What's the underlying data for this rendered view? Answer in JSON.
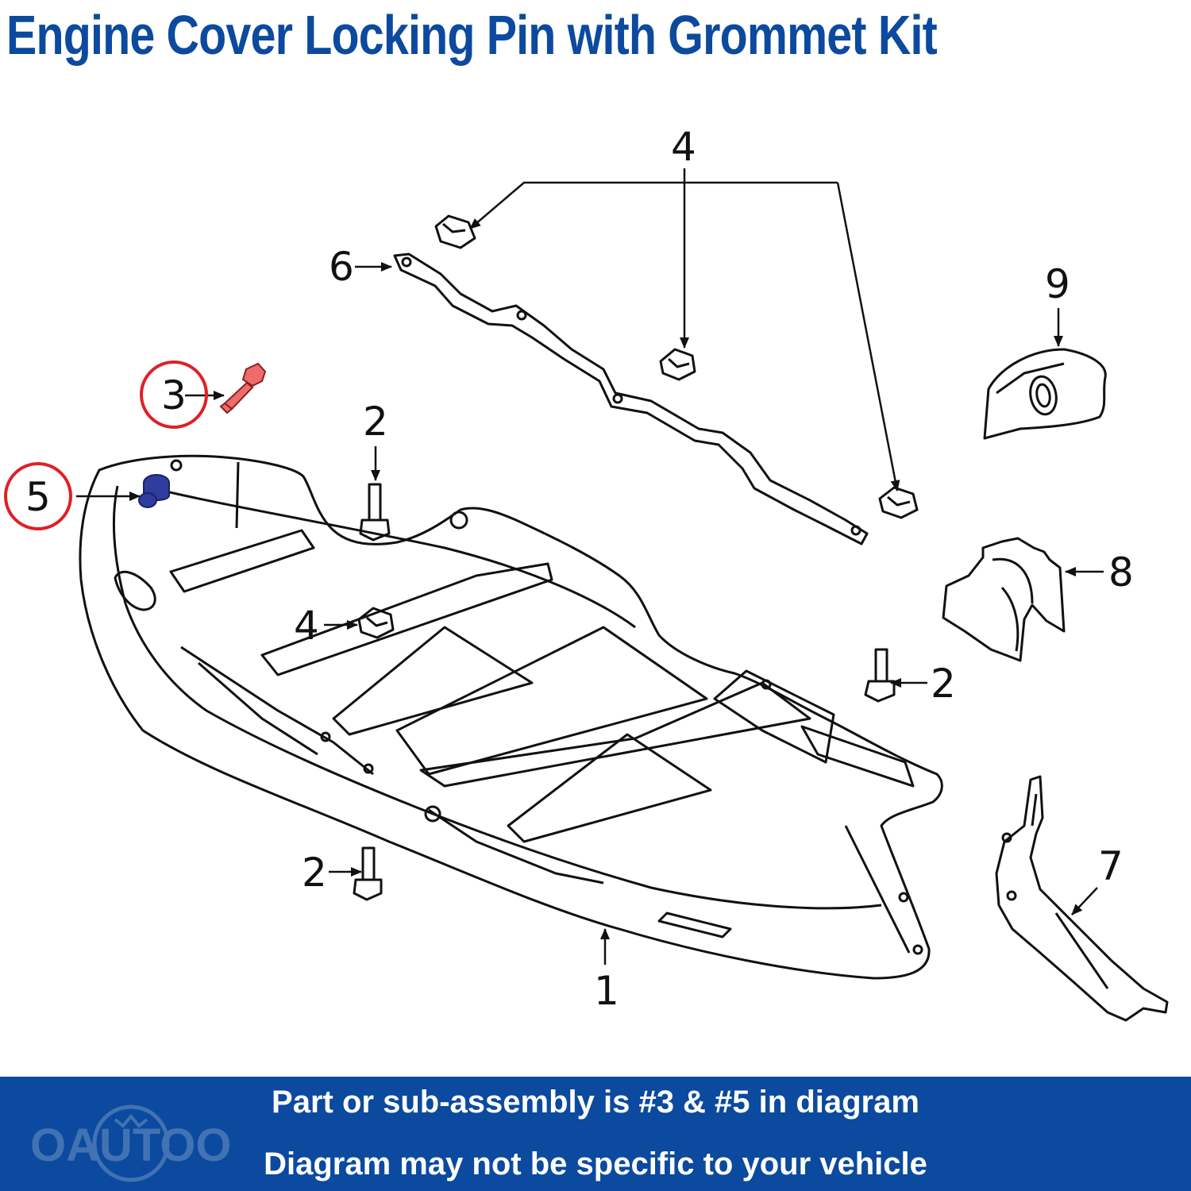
{
  "colors": {
    "title": "#0b4a9e",
    "banner": "#0b4a9e",
    "highlight_ring": "#e01f26",
    "pin_part": "#ee6b6b",
    "grommet_part": "#2f3d9e",
    "line_art": "#111111"
  },
  "title": "Engine Cover Locking Pin with Grommet Kit",
  "callouts": {
    "c1": "1",
    "c2a": "2",
    "c2b": "2",
    "c2c": "2",
    "c3": "3",
    "c4a": "4",
    "c4b": "4",
    "c5": "5",
    "c6": "6",
    "c7": "7",
    "c8": "8",
    "c9": "9"
  },
  "footer": {
    "line1": "Part or sub-assembly is #3 & #5 in diagram",
    "line2": "Diagram may not be specific to your vehicle",
    "watermark": "OAUTOO"
  }
}
